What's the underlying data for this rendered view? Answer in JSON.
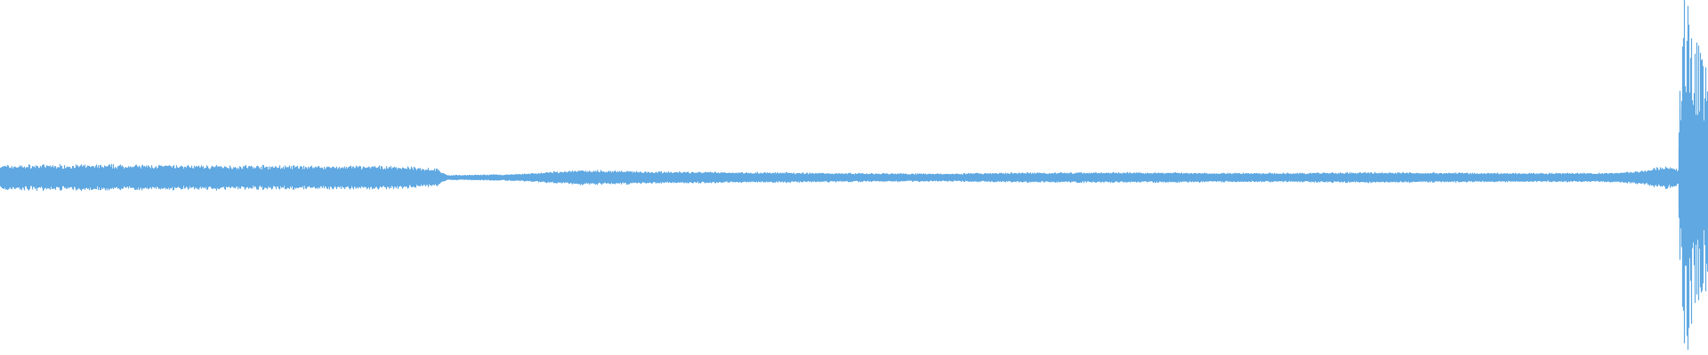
{
  "waveform": {
    "color": "#5fa8e2",
    "background": "#ffffff",
    "envelope": [
      [
        0.0,
        0.03
      ],
      [
        0.05,
        0.031
      ],
      [
        0.1,
        0.03
      ],
      [
        0.15,
        0.029
      ],
      [
        0.2,
        0.028
      ],
      [
        0.23,
        0.028
      ],
      [
        0.255,
        0.022
      ],
      [
        0.262,
        0.006
      ],
      [
        0.3,
        0.008
      ],
      [
        0.34,
        0.018
      ],
      [
        0.4,
        0.014
      ],
      [
        0.44,
        0.013
      ],
      [
        0.5,
        0.011
      ],
      [
        0.55,
        0.01
      ],
      [
        0.6,
        0.012
      ],
      [
        0.65,
        0.013
      ],
      [
        0.7,
        0.012
      ],
      [
        0.75,
        0.011
      ],
      [
        0.8,
        0.013
      ],
      [
        0.85,
        0.012
      ],
      [
        0.9,
        0.011
      ],
      [
        0.94,
        0.011
      ],
      [
        0.96,
        0.016
      ],
      [
        0.975,
        0.028
      ],
      [
        0.983,
        0.02
      ],
      [
        0.984,
        0.3
      ],
      [
        0.987,
        0.45
      ],
      [
        0.99,
        0.38
      ],
      [
        0.993,
        0.33
      ],
      [
        0.996,
        0.35
      ],
      [
        1.0,
        0.28
      ]
    ],
    "burst_start_fraction": 0.984,
    "noise_seed": 7
  }
}
